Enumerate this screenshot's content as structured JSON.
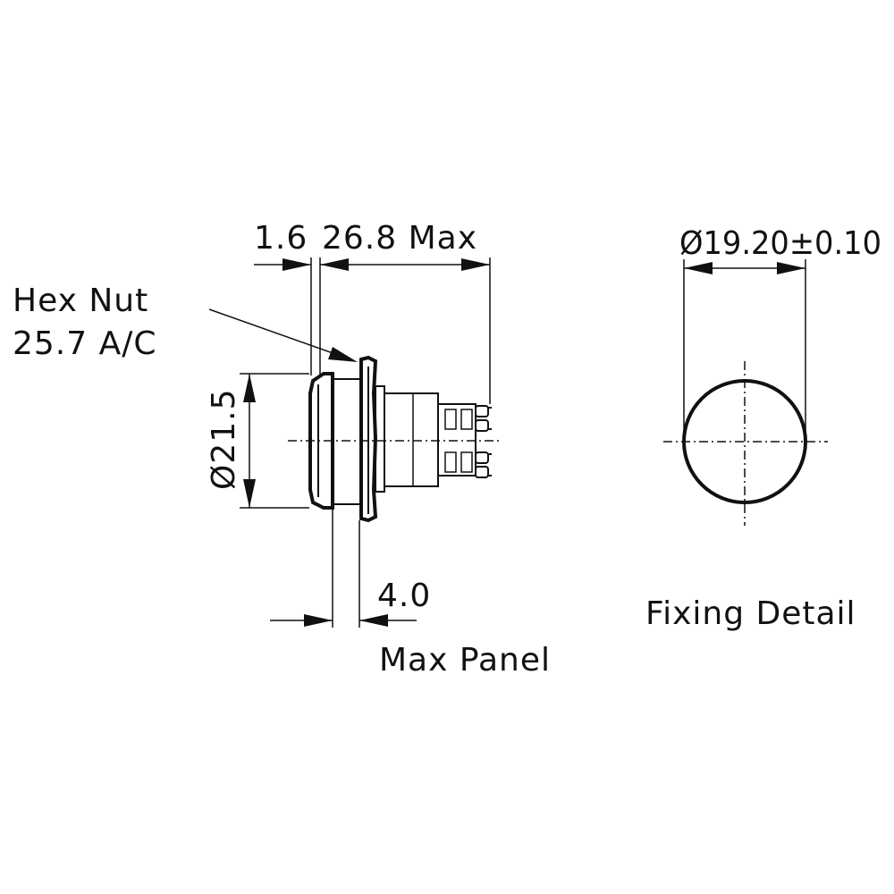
{
  "labels": {
    "hex_nut_line1": "Hex Nut",
    "hex_nut_line2": "25.7 A/C",
    "dim_thickness": "1.6",
    "dim_length": "26.8 Max",
    "dim_diameter": "Ø21.5",
    "dim_panel_value": "4.0",
    "dim_panel_caption": "Max Panel",
    "dim_hole": "Ø19.20±0.10",
    "fixing_caption": "Fixing Detail"
  },
  "colors": {
    "line": "#111111",
    "background": "#ffffff"
  }
}
